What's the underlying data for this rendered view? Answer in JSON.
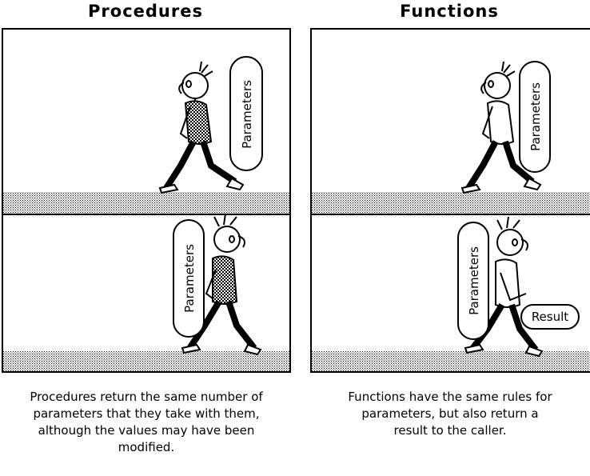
{
  "procedures": {
    "title": "Procedures",
    "top_tag": "Parameters",
    "bottom_tag": "Parameters",
    "caption": [
      "Procedures return the same number of",
      "parameters that they take with them,",
      "although the values may have been",
      "modified."
    ]
  },
  "functions": {
    "title": "Functions",
    "top_tag": "Parameters",
    "bottom_tag": "Parameters",
    "result_tag": "Result",
    "caption": [
      "Functions have the same rules for",
      "parameters, but also return a",
      "result to the caller."
    ]
  }
}
